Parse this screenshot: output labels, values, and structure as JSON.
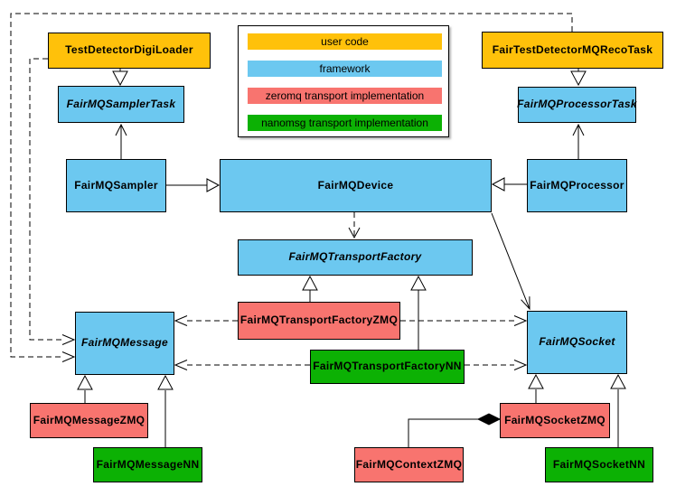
{
  "diagram_type": "uml-class-diagram",
  "palette": {
    "user_code": "#FFC10A",
    "framework": "#6CC8F0",
    "zeromq": "#F8746F",
    "nanomsg": "#0CB104",
    "line": "#000000",
    "background": "#FFFFFF"
  },
  "legend": {
    "items": [
      {
        "label": "user code",
        "color": "#FFC10A"
      },
      {
        "label": "framework",
        "color": "#6CC8F0"
      },
      {
        "label": "zeromq transport implementation",
        "color": "#F8746F"
      },
      {
        "label": "nanomsg transport implementation",
        "color": "#0CB104"
      }
    ]
  },
  "nodes": [
    {
      "label": "TestDetectorDigiLoader",
      "category": "user code",
      "abstract": false
    },
    {
      "label": "FairTestDetectorMQRecoTask",
      "category": "user code",
      "abstract": false
    },
    {
      "label": "FairMQSamplerTask",
      "category": "framework",
      "abstract": true
    },
    {
      "label": "FairMQProcessorTask",
      "category": "framework",
      "abstract": true
    },
    {
      "label": "FairMQSampler",
      "category": "framework",
      "abstract": false
    },
    {
      "label": "FairMQDevice",
      "category": "framework",
      "abstract": false
    },
    {
      "label": "FairMQProcessor",
      "category": "framework",
      "abstract": false
    },
    {
      "label": "FairMQTransportFactory",
      "category": "framework",
      "abstract": true
    },
    {
      "label": "FairMQTransportFactoryZMQ",
      "category": "zeromq transport implementation",
      "abstract": false
    },
    {
      "label": "FairMQTransportFactoryNN",
      "category": "nanomsg transport implementation",
      "abstract": false
    },
    {
      "label": "FairMQMessage",
      "category": "framework",
      "abstract": true
    },
    {
      "label": "FairMQSocket",
      "category": "framework",
      "abstract": true
    },
    {
      "label": "FairMQMessageZMQ",
      "category": "zeromq transport implementation",
      "abstract": false
    },
    {
      "label": "FairMQMessageNN",
      "category": "nanomsg transport implementation",
      "abstract": false
    },
    {
      "label": "FairMQSocketZMQ",
      "category": "zeromq transport implementation",
      "abstract": false
    },
    {
      "label": "FairMQSocketNN",
      "category": "nanomsg transport implementation",
      "abstract": false
    },
    {
      "label": "FairMQContextZMQ",
      "category": "zeromq transport implementation",
      "abstract": false
    }
  ],
  "edges": [
    {
      "from": "TestDetectorDigiLoader",
      "to": "FairMQSamplerTask",
      "type": "inheritance",
      "line": "solid"
    },
    {
      "from": "FairTestDetectorMQRecoTask",
      "to": "FairMQProcessorTask",
      "type": "inheritance",
      "line": "solid"
    },
    {
      "from": "FairMQSampler",
      "to": "FairMQSamplerTask",
      "type": "association",
      "line": "solid"
    },
    {
      "from": "FairMQProcessor",
      "to": "FairMQProcessorTask",
      "type": "association",
      "line": "solid"
    },
    {
      "from": "FairMQSampler",
      "to": "FairMQDevice",
      "type": "inheritance",
      "line": "solid"
    },
    {
      "from": "FairMQProcessor",
      "to": "FairMQDevice",
      "type": "inheritance",
      "line": "solid"
    },
    {
      "from": "FairMQDevice",
      "to": "FairMQTransportFactory",
      "type": "dependency",
      "line": "dashed"
    },
    {
      "from": "FairMQDevice",
      "to": "FairMQSocket",
      "type": "association",
      "line": "solid"
    },
    {
      "from": "FairMQTransportFactoryZMQ",
      "to": "FairMQTransportFactory",
      "type": "inheritance",
      "line": "solid"
    },
    {
      "from": "FairMQTransportFactoryNN",
      "to": "FairMQTransportFactory",
      "type": "inheritance",
      "line": "solid"
    },
    {
      "from": "FairMQTransportFactoryZMQ",
      "to": "FairMQMessage",
      "type": "dependency",
      "line": "dashed"
    },
    {
      "from": "FairMQTransportFactoryZMQ",
      "to": "FairMQSocket",
      "type": "dependency",
      "line": "dashed"
    },
    {
      "from": "FairMQTransportFactoryNN",
      "to": "FairMQMessage",
      "type": "dependency",
      "line": "dashed"
    },
    {
      "from": "FairMQTransportFactoryNN",
      "to": "FairMQSocket",
      "type": "dependency",
      "line": "dashed"
    },
    {
      "from": "FairMQMessageZMQ",
      "to": "FairMQMessage",
      "type": "inheritance",
      "line": "solid"
    },
    {
      "from": "FairMQMessageNN",
      "to": "FairMQMessage",
      "type": "inheritance",
      "line": "solid"
    },
    {
      "from": "FairMQSocketZMQ",
      "to": "FairMQSocket",
      "type": "inheritance",
      "line": "solid"
    },
    {
      "from": "FairMQSocketNN",
      "to": "FairMQSocket",
      "type": "inheritance",
      "line": "solid"
    },
    {
      "from": "FairMQContextZMQ",
      "to": "FairMQSocketZMQ",
      "type": "composition",
      "line": "solid"
    },
    {
      "from": "TestDetectorDigiLoader",
      "to": "FairMQMessage",
      "type": "dependency",
      "line": "dashed"
    },
    {
      "from": "FairTestDetectorMQRecoTask",
      "to": "FairMQMessage",
      "type": "dependency",
      "line": "dashed"
    }
  ]
}
